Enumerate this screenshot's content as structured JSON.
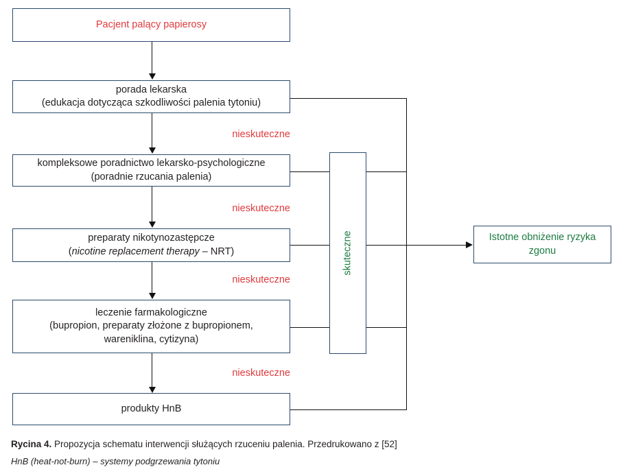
{
  "figure": {
    "caption_label": "Rycina 4.",
    "caption_text": " Propozycja schematu interwencji służących rzuceniu palenia. Przedrukowano z [52]",
    "caption_note": "HnB (heat-not-burn) – systemy podgrzewania tytoniu"
  },
  "colors": {
    "box_border": "#2b4a6b",
    "connector": "#111111",
    "red_text": "#e03a3e",
    "green_text": "#1a7a41",
    "body_text": "#231f20",
    "background": "#ffffff"
  },
  "nodes": {
    "start": {
      "line1": "Pacjent palący papierosy"
    },
    "step1": {
      "line1": "porada lekarska",
      "line2": "(edukacja dotycząca szkodliwości palenia tytoniu)"
    },
    "step2": {
      "line1": "kompleksowe poradnictwo lekarsko-psychologiczne",
      "line2": "(poradnie rzucania palenia)"
    },
    "step3": {
      "line1": "preparaty nikotynozastępcze",
      "line2_italic": "nicotine replacement therapy",
      "line2_prefix": "(",
      "line2_suffix": " – NRT)"
    },
    "step4": {
      "line1": "leczenie farmakologiczne",
      "line2": "(bupropion, preparaty złożone z bupropionem,",
      "line3": "wareniklina, cytizyna)"
    },
    "step5": {
      "line1": "produkty HnB"
    },
    "outcome": {
      "line1": "Istotne obniżenie ryzyka",
      "line2": "zgonu"
    },
    "success": {
      "label": "skuteczne"
    }
  },
  "edge_labels": {
    "fail_1": "nieskuteczne",
    "fail_2": "nieskuteczne",
    "fail_3": "nieskuteczne",
    "fail_4": "nieskuteczne"
  }
}
